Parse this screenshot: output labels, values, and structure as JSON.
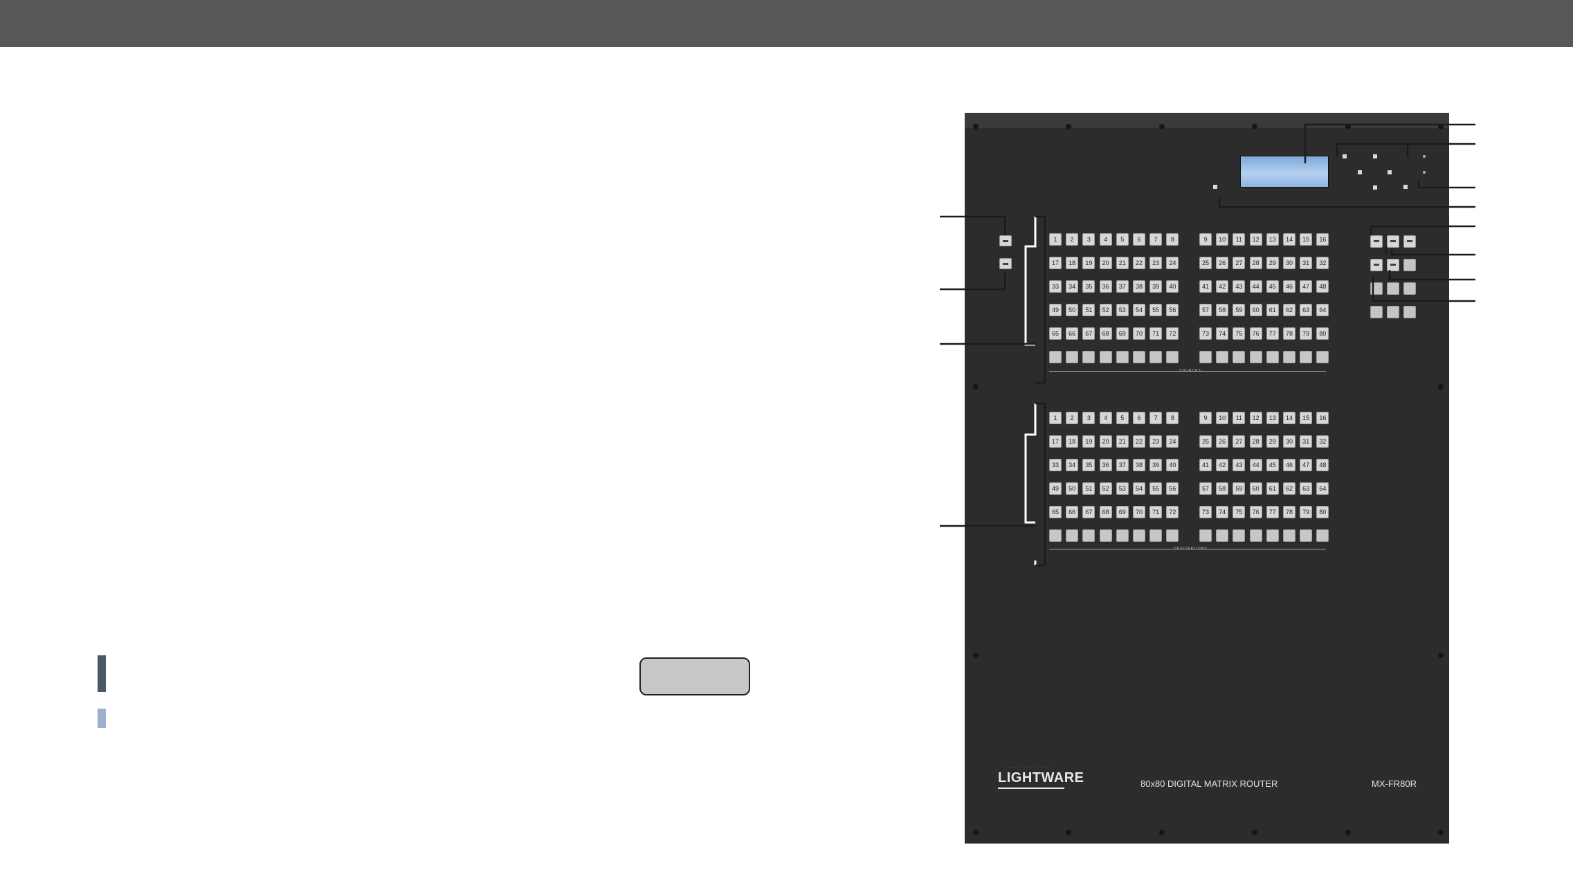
{
  "panel": {
    "brand": "LIGHTWARE",
    "model_title": "80x80 DIGITAL MATRIX ROUTER",
    "model_code": "MX-FR80R",
    "sources_label": "SOURCES",
    "destinations_label": "DESTINATIONS"
  },
  "button_numbers": [
    1,
    2,
    3,
    4,
    5,
    6,
    7,
    8,
    9,
    10,
    11,
    12,
    13,
    14,
    15,
    16,
    17,
    18,
    19,
    20,
    21,
    22,
    23,
    24,
    25,
    26,
    27,
    28,
    29,
    30,
    31,
    32,
    33,
    34,
    35,
    36,
    37,
    38,
    39,
    40,
    41,
    42,
    43,
    44,
    45,
    46,
    47,
    48,
    49,
    50,
    51,
    52,
    53,
    54,
    55,
    56,
    57,
    58,
    59,
    60,
    61,
    62,
    63,
    64,
    65,
    66,
    67,
    68,
    69,
    70,
    71,
    72,
    73,
    74,
    75,
    76,
    77,
    78,
    79,
    80
  ]
}
